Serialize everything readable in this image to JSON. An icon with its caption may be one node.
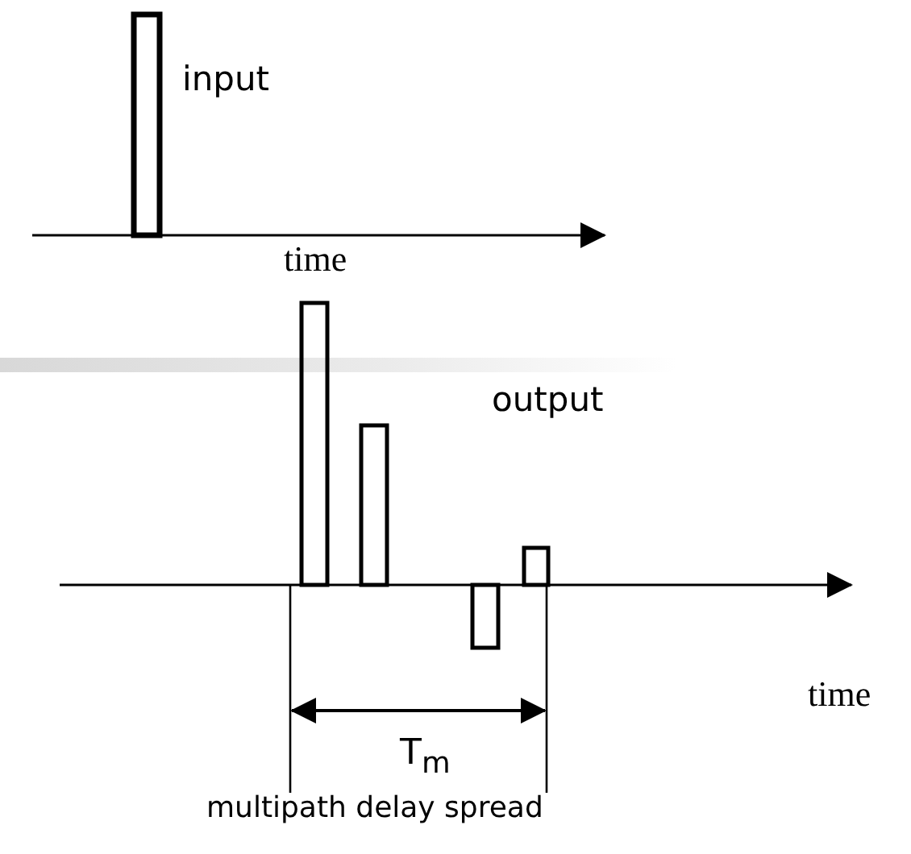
{
  "diagram": {
    "labels": [
      "input",
      "time",
      "output",
      "time",
      "T$_{m}$",
      "multipath delay spread"
    ]
  }
}
